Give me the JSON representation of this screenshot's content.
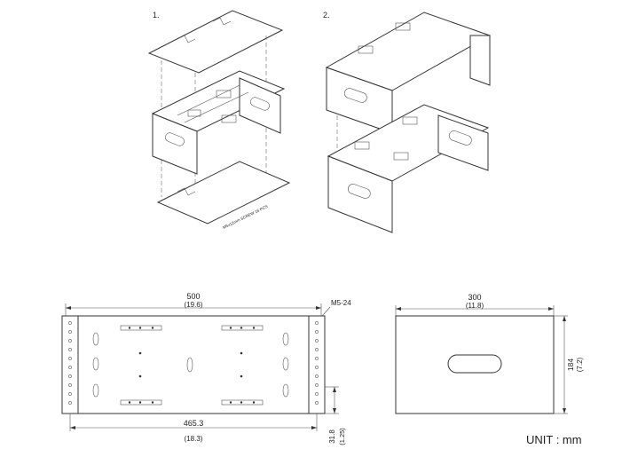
{
  "steps": {
    "step1": "1.",
    "step2": "2."
  },
  "screw_note": "M5x12mm SCREW 16 PCS",
  "front_view": {
    "width_mm": "500",
    "width_in": "(19.6)",
    "mount_mm": "465.3",
    "mount_in": "(18.3)",
    "hole_label": "M5-24",
    "offset_mm": "31.8",
    "offset_in": "(1.25)"
  },
  "side_view": {
    "depth_mm": "300",
    "depth_in": "(11.8)",
    "height_mm": "184",
    "height_in": "(7.2)"
  },
  "unit_label": "UNIT : mm"
}
